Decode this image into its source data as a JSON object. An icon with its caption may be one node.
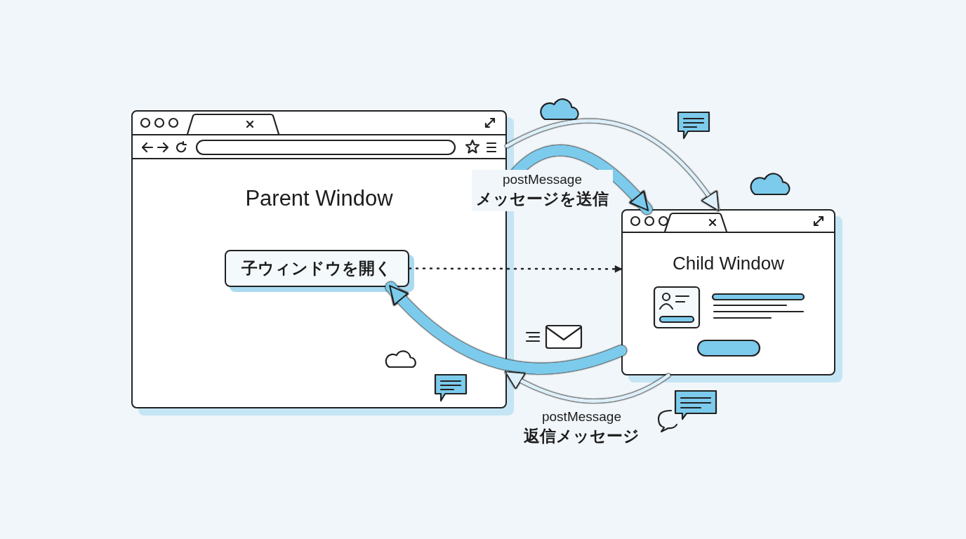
{
  "diagram": {
    "nodes": [
      {
        "text": [
          "Parent Window"
        ]
      },
      {
        "text": [
          "子ウィンドウを開く"
        ],
        "in": 0
      },
      {
        "text": [
          "Child Window"
        ]
      }
    ],
    "edges": [
      {
        "from": 1,
        "to": 2,
        "arrow": "to",
        "style": "dashed",
        "color": "#222222"
      },
      {
        "from": 0,
        "to": 2,
        "arrow": "to",
        "style": "thick",
        "color": "#7ccbec",
        "label": "postMessage メッセージを送信"
      },
      {
        "from": 0,
        "to": 2,
        "arrow": "to",
        "color": "#ddeff8"
      },
      {
        "from": 2,
        "to": 1,
        "arrow": "to",
        "style": "thick",
        "color": "#7ccbec"
      },
      {
        "from": 2,
        "to": 0,
        "arrow": "to",
        "color": "#ddeff8",
        "label": "postMessage 返信メッセージ"
      }
    ]
  }
}
